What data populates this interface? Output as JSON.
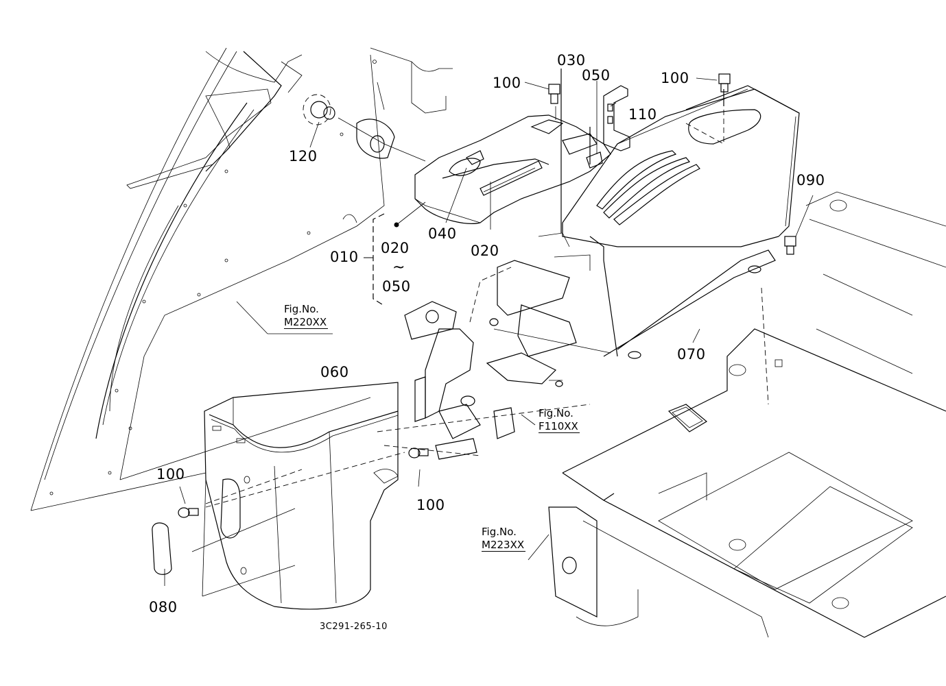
{
  "diagram": {
    "type": "exploded-parts-diagram",
    "part_labels": [
      {
        "id": "100-top-left",
        "text": "100"
      },
      {
        "id": "030",
        "text": "030"
      },
      {
        "id": "050-top",
        "text": "050"
      },
      {
        "id": "110",
        "text": "110"
      },
      {
        "id": "100-top-right",
        "text": "100"
      },
      {
        "id": "120",
        "text": "120"
      },
      {
        "id": "090",
        "text": "090"
      },
      {
        "id": "040",
        "text": "040"
      },
      {
        "id": "020-right",
        "text": "020"
      },
      {
        "id": "010",
        "text": "010"
      },
      {
        "id": "020-range-start",
        "text": "020"
      },
      {
        "id": "range-tilde",
        "text": "~"
      },
      {
        "id": "050-range-end",
        "text": "050"
      },
      {
        "id": "070",
        "text": "070"
      },
      {
        "id": "060",
        "text": "060"
      },
      {
        "id": "100-bottom-left",
        "text": "100"
      },
      {
        "id": "100-bottom-mid",
        "text": "100"
      },
      {
        "id": "080",
        "text": "080"
      }
    ],
    "figure_refs": [
      {
        "id": "m220",
        "prefix": "Fig.No.",
        "code": "M220XX"
      },
      {
        "id": "f110",
        "prefix": "Fig.No.",
        "code": "F110XX"
      },
      {
        "id": "m223",
        "prefix": "Fig.No.",
        "code": "M223XX"
      }
    ],
    "drawing_number": "3C291-265-10"
  }
}
